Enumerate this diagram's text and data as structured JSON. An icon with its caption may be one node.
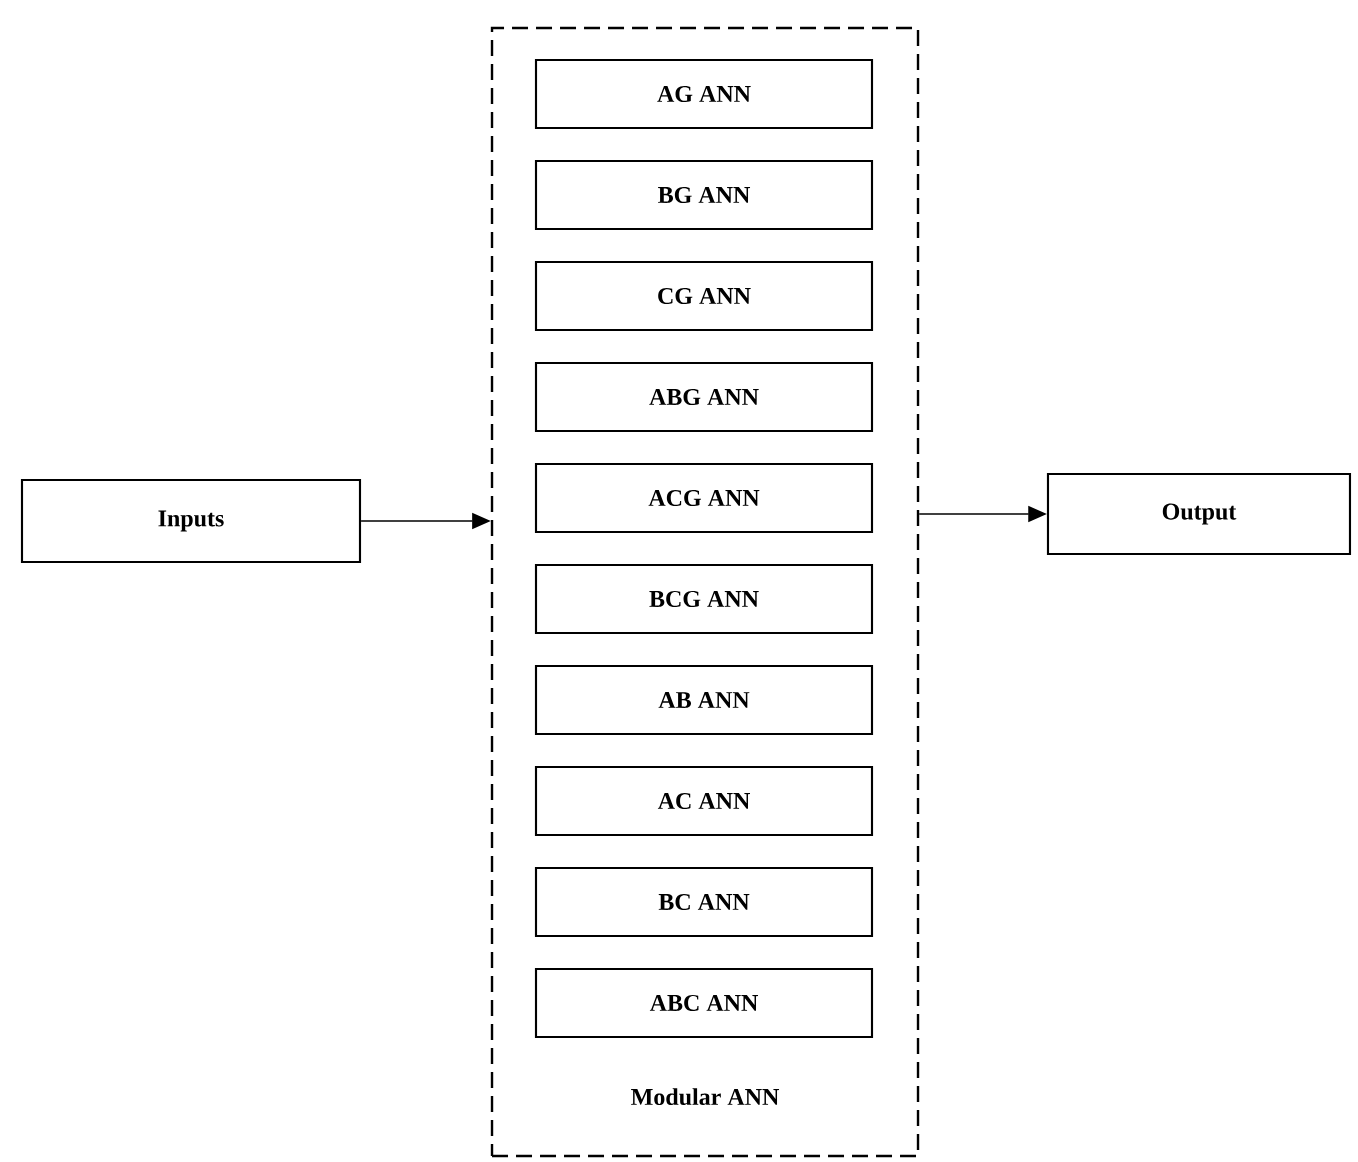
{
  "diagram": {
    "nodes": [
      {
        "text": [
          "Inputs"
        ]
      },
      {
        "text": [
          "Modular ANN"
        ]
      },
      {
        "text": [
          "AG ANN"
        ],
        "in": 1
      },
      {
        "text": [
          "BG ANN"
        ],
        "in": 1
      },
      {
        "text": [
          "CG ANN"
        ],
        "in": 1
      },
      {
        "text": [
          "ABG ANN"
        ],
        "in": 1
      },
      {
        "text": [
          "ACG ANN"
        ],
        "in": 1
      },
      {
        "text": [
          "BCG ANN"
        ],
        "in": 1
      },
      {
        "text": [
          "AB ANN"
        ],
        "in": 1
      },
      {
        "text": [
          "AC ANN"
        ],
        "in": 1
      },
      {
        "text": [
          "BC ANN"
        ],
        "in": 1
      },
      {
        "text": [
          "ABC ANN"
        ],
        "in": 1
      },
      {
        "text": [
          "Output"
        ]
      }
    ],
    "edges": [
      {
        "from": 0,
        "to": 1,
        "arrow": "to"
      },
      {
        "from": 1,
        "to": 12,
        "arrow": "to"
      }
    ]
  }
}
